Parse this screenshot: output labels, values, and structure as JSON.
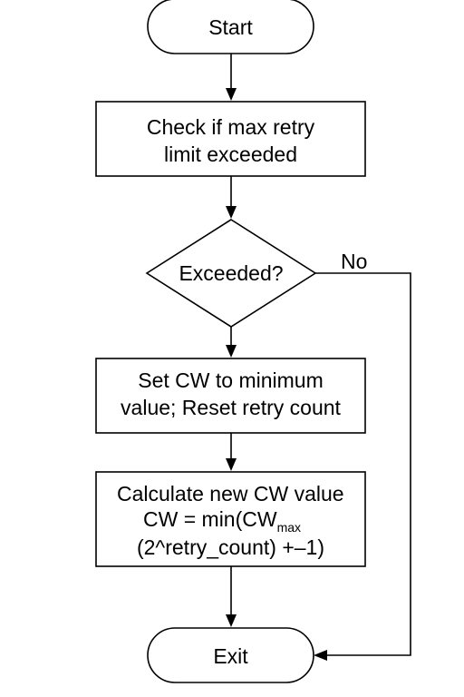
{
  "flowchart": {
    "start": {
      "label": "Start"
    },
    "check": {
      "line1": "Check if max retry",
      "line2": "limit exceeded"
    },
    "decision": {
      "label": "Exceeded?",
      "no_label": "No"
    },
    "reset": {
      "line1": "Set CW to minimum",
      "line2": "value; Reset retry count"
    },
    "calculate": {
      "line1": "Calculate new CW value",
      "line2_prefix": "CW = min(CW",
      "line2_subscript": "max",
      "line3": "(2^retry_count) +–1)"
    },
    "exit": {
      "label": "Exit"
    }
  }
}
